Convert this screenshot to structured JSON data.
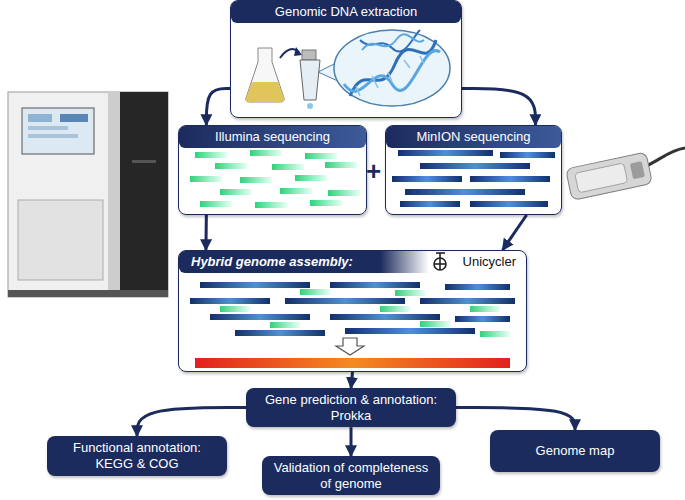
{
  "diagram": {
    "nodes": [
      {
        "text": [
          "Genomic DNA extraction"
        ]
      },
      {
        "text": [
          "Illumina sequencing"
        ]
      },
      {
        "text": [
          "MinION sequencing"
        ]
      },
      {
        "text": [
          "Hybrid genome assembly:",
          "Unicycler"
        ]
      },
      {
        "text": [
          "Gene prediction & annotation: Prokka"
        ]
      },
      {
        "text": [
          "Functional annotation: KEGG & COG"
        ]
      },
      {
        "text": [
          "Validation of completeness of genome"
        ]
      },
      {
        "text": [
          "Genome map"
        ]
      }
    ],
    "edges": [
      {
        "from": 0,
        "to": 1,
        "arrow": "to"
      },
      {
        "from": 0,
        "to": 2,
        "arrow": "to"
      },
      {
        "from": 1,
        "to": 3,
        "arrow": "to"
      },
      {
        "from": 2,
        "to": 3,
        "arrow": "to"
      },
      {
        "from": 3,
        "to": 4,
        "arrow": "to"
      },
      {
        "from": 4,
        "to": 5,
        "arrow": "to"
      },
      {
        "from": 4,
        "to": 6,
        "arrow": "to"
      },
      {
        "from": 4,
        "to": 7,
        "arrow": "to"
      }
    ],
    "labels": [
      "+"
    ]
  }
}
